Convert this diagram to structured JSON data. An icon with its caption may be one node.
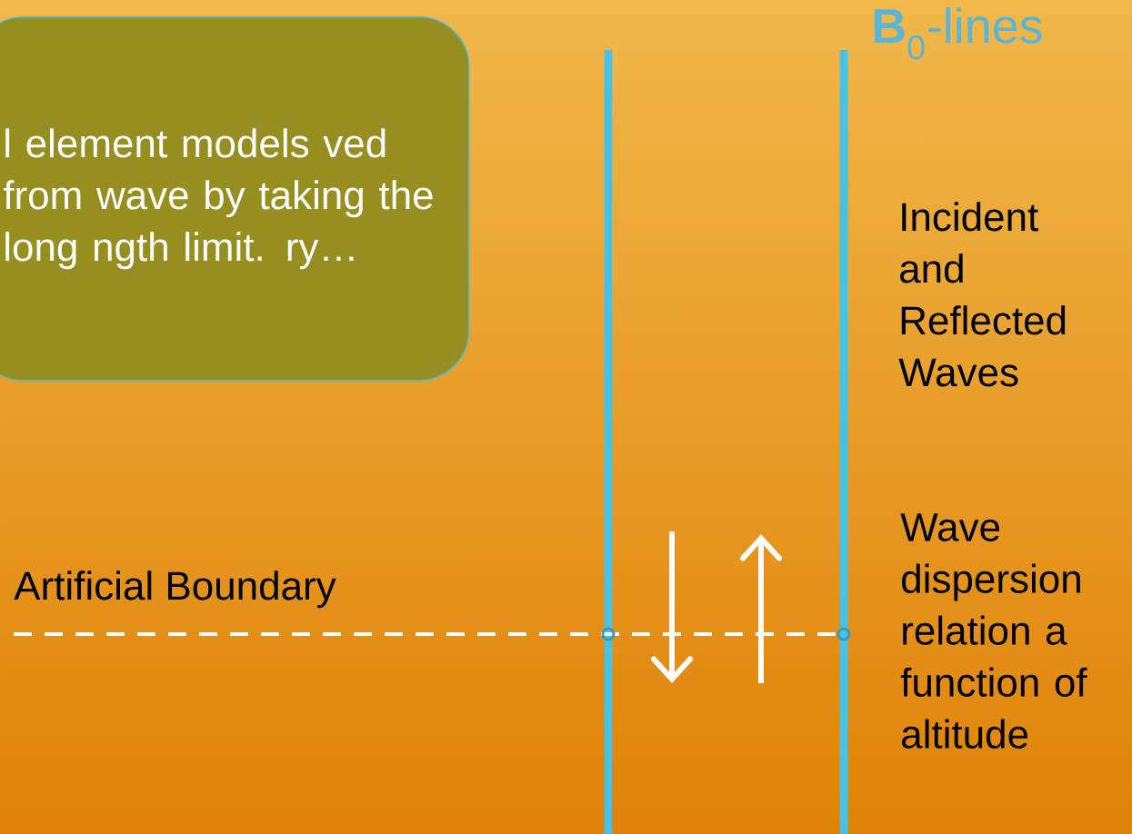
{
  "diagram": {
    "nodes": [
      {
        "text": [
          "l element models ved from wave by taking the long ngth limit. ry…"
        ]
      }
    ],
    "labels": [
      "**B**$_{0}$-lines",
      "Incident and Reflected Waves",
      "Artificial Boundary",
      "Wave dispersion relation a function of altitude"
    ]
  }
}
